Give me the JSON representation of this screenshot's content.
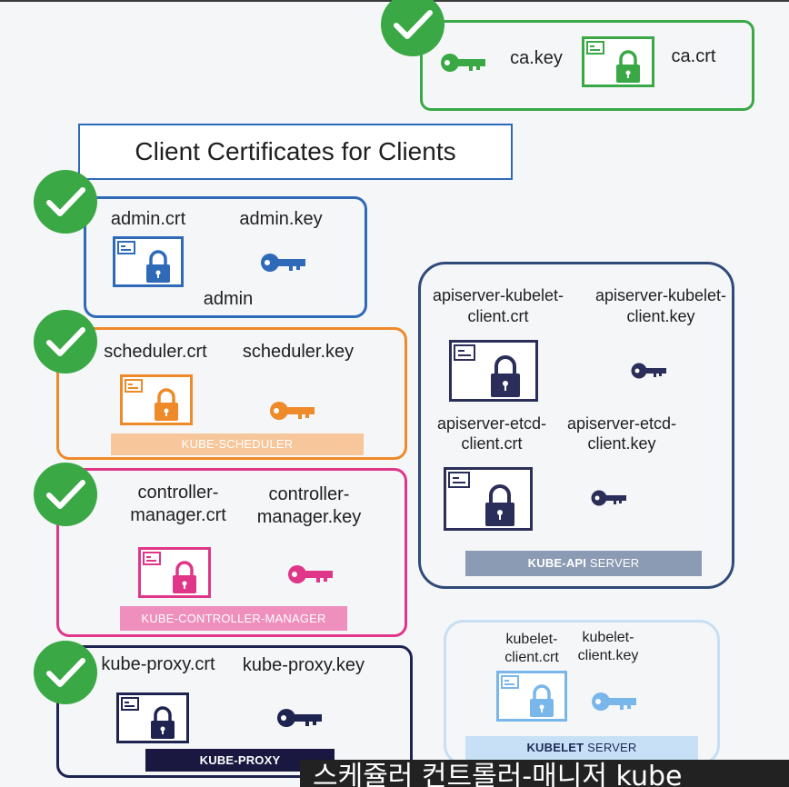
{
  "title": "Client Certificates for Clients",
  "ca": {
    "key": "ca.key",
    "crt": "ca.crt"
  },
  "admin": {
    "crt": "admin.crt",
    "key": "admin.key",
    "name": "admin"
  },
  "scheduler": {
    "crt": "scheduler.crt",
    "key": "scheduler.key",
    "banner": "KUBE-SCHEDULER"
  },
  "controller": {
    "crt_line1": "controller-",
    "crt_line2": "manager.crt",
    "key_line1": "controller-",
    "key_line2": "manager.key",
    "banner": "KUBE-CONTROLLER-MANAGER"
  },
  "proxy": {
    "crt": "kube-proxy.crt",
    "key": "kube-proxy.key",
    "banner": "KUBE-PROXY"
  },
  "apiserver": {
    "kubelet_crt_line1": "apiserver-kubelet-",
    "kubelet_crt_line2": "client.crt",
    "kubelet_key_line1": "apiserver-kubelet-",
    "kubelet_key_line2": "client.key",
    "etcd_crt_line1": "apiserver-etcd-",
    "etcd_crt_line2": "client.crt",
    "etcd_key_line1": "apiserver-etcd-",
    "etcd_key_line2": "client.key",
    "banner_bold": "KUBE-API",
    "banner_rest": " SERVER"
  },
  "kubelet": {
    "crt_line1": "kubelet-",
    "crt_line2": "client.crt",
    "key_line1": "kubelet-",
    "key_line2": "client.key",
    "banner_bold": "KUBELET",
    "banner_rest": " SERVER"
  },
  "subtitle": "스케쥴러 컨트롤러-매니저 kube",
  "colors": {
    "green": "#3aa845",
    "blue": "#2f6ab8",
    "orange": "#ee8a2a",
    "pink": "#e0368a",
    "navy": "#1e2350",
    "apiBorder": "#2f4a78",
    "lightBlue": "#79b6ea",
    "kubeletBorder": "#c6dff3"
  }
}
